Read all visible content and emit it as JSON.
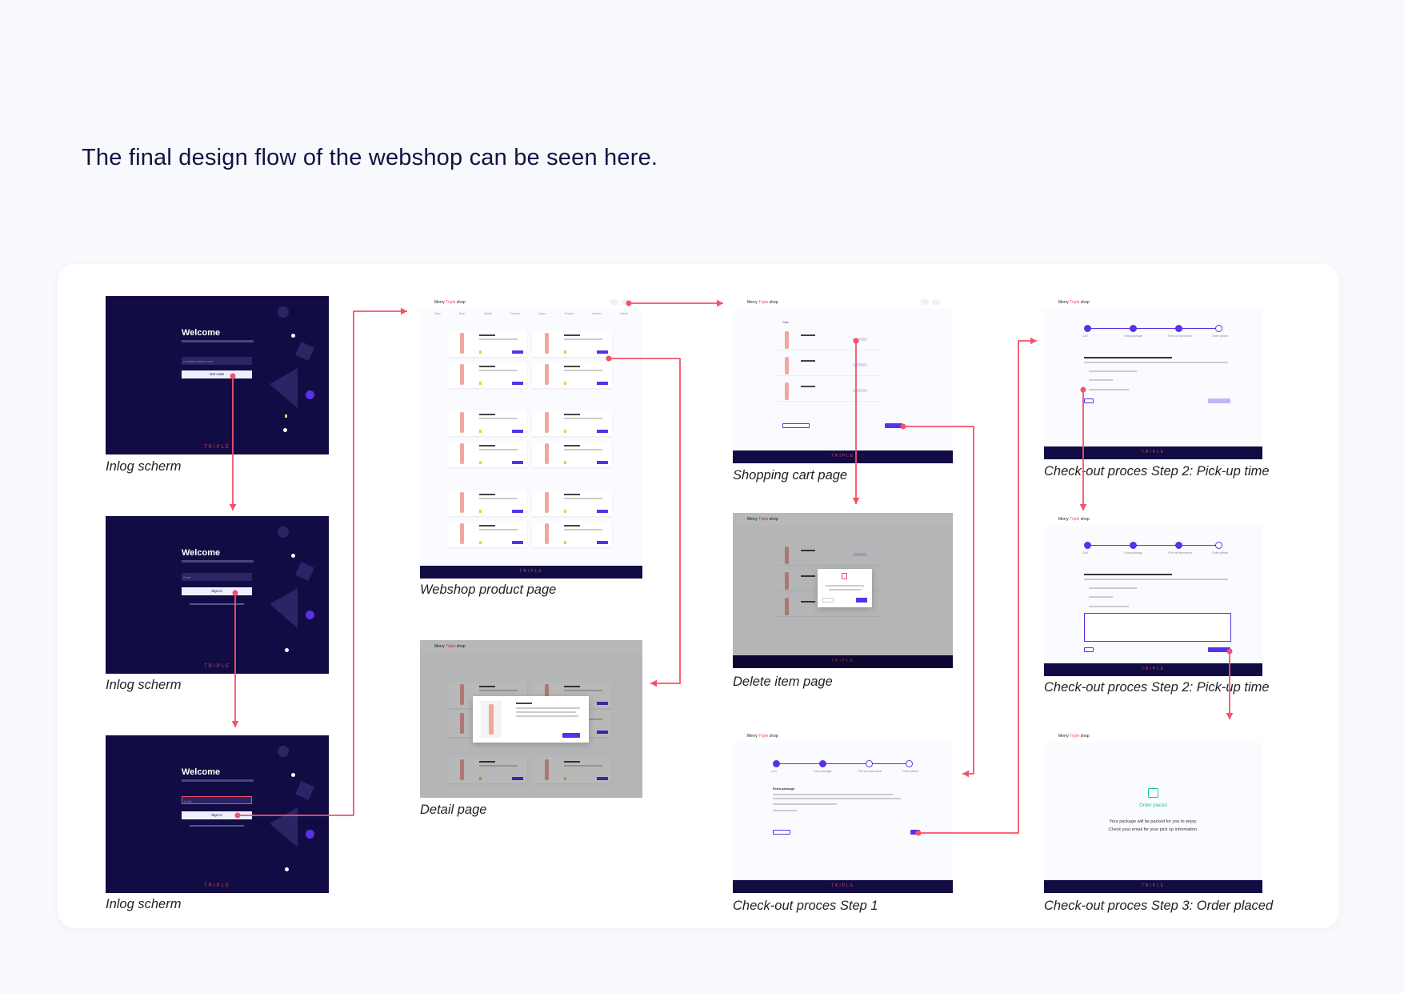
{
  "heading": "The final design flow of the webshop can be seen here.",
  "colors": {
    "arrow": "#f7506a",
    "dark_bg": "#120c44",
    "accent": "#5a30e8",
    "brand_pink": "#f7506a"
  },
  "shop": {
    "name_prefix": "Merry ",
    "name_highlight": "Triple",
    "name_suffix": " shop",
    "footer_logo": "TRIPLE"
  },
  "login": {
    "welcome": "Welcome",
    "email_placeholder": "email@example.com",
    "get_code": "Get code",
    "code_placeholder": "Code",
    "sign_in": "Sign in"
  },
  "checkout": {
    "steps": [
      "Cart",
      "Extra package",
      "Pick up information",
      "Order placed"
    ],
    "order_placed": "Order placed",
    "order_msg_1": "Your package will be packed for you to enjoy.",
    "order_msg_2": "Check your email for your pick up information.",
    "extra_package": "Extra package"
  },
  "screens": {
    "login1": "Inlog scherm",
    "login2": "Inlog scherm",
    "login3": "Inlog scherm",
    "product": "Webshop product page",
    "detail": "Detail page",
    "cart": "Shopping cart page",
    "delete": "Delete item page",
    "step1": "Check-out proces Step 1",
    "step2a": "Check-out proces Step 2: Pick-up time",
    "step2b": "Check-out proces Step 2: Pick-up time",
    "step3": "Check-out proces Step 3: Order placed"
  }
}
